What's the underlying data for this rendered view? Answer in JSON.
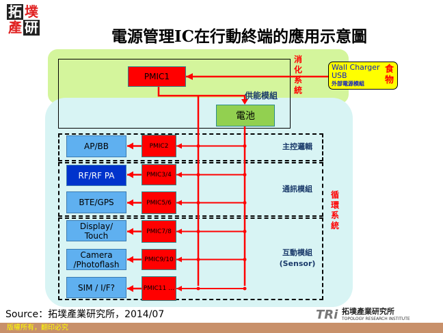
{
  "logo": {
    "chars": [
      "拓",
      "墣",
      "產",
      "研"
    ]
  },
  "title": "電源管理IC在行動終端的應用示意圖",
  "consumption_label": "消化系統",
  "circulation_label": "循環系統",
  "power_module_label": "供能模組",
  "charger": {
    "line1": "Wall Charger",
    "line2": "USB",
    "line3": "外部電源模組",
    "food": "食物"
  },
  "pmic1": "PMIC1",
  "battery": "電池",
  "groups": [
    {
      "label": "主控邏輯",
      "sub": ""
    },
    {
      "label": "通訊模組",
      "sub": ""
    },
    {
      "label": "互動模組",
      "sub": "(Sensor)"
    }
  ],
  "rows": [
    {
      "device": "AP/BB",
      "pmic": "PMIC2"
    },
    {
      "device": "RF/RF PA",
      "pmic": "PMIC3/4"
    },
    {
      "device": "BTE/GPS",
      "pmic": "PMIC5/6"
    },
    {
      "device": "Display/ Touch",
      "pmic": "PMIC7/8"
    },
    {
      "device": "Camera /Photoflash",
      "pmic": "PMIC9/10"
    },
    {
      "device": "SIM / I/F?",
      "pmic": "PMIC11 …"
    }
  ],
  "source": "Source：拓墣產業研究所，2014/07",
  "brand": {
    "abbr": "TRi",
    "name_zh": "拓墣產業研究所",
    "name_en": "TOPOLOGY RESEARCH INSTITUTE"
  },
  "footer": "版權所有，翻印必究",
  "colors": {
    "pmic": "#ff0000",
    "device": "#5fb0f0",
    "rf": "#0033cc",
    "battery": "#92d050",
    "charger": "#ffff00",
    "wire": "#ff0000"
  }
}
